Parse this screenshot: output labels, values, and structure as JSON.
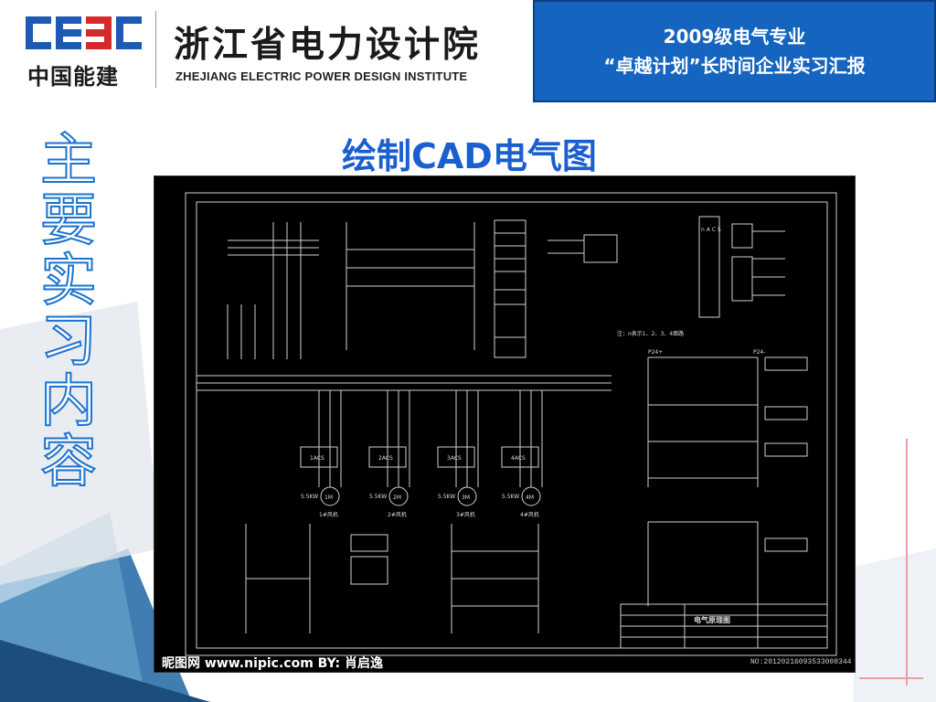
{
  "header": {
    "logo_text": "CEEC",
    "logo_cn": "中国能建",
    "institute_cn": "浙江省电力设计院",
    "institute_en": "ZHEJIANG ELECTRIC POWER DESIGN INSTITUTE",
    "report_line1": "2009级电气专业",
    "report_line2": "“卓越计划”长时间企业实习汇报"
  },
  "side_title": {
    "chars": [
      "主",
      "要",
      "实",
      "习",
      "内",
      "容"
    ]
  },
  "main_title": "绘制CAD电气图",
  "cad_image": {
    "watermark_left": "昵图网 www.nipic.com  BY: 肖启逸",
    "watermark_right": "NO:20120216093533008344",
    "drawing_title": "电气原理图",
    "labels": {
      "m1": "1M",
      "m2": "2M",
      "m3": "3M",
      "m4": "4M",
      "p1": "1#风机",
      "p2": "2#风机",
      "p3": "3#风机",
      "p4": "4#风机",
      "pw1": "5.5KW",
      "pw2": "5.5KW",
      "pw3": "5.5KW",
      "pw4": "5.5KW",
      "acs1": "1ACS",
      "acs2": "2ACS",
      "acs3": "3ACS",
      "acs4": "4ACS",
      "nacs": "n A C S",
      "p24a": "P24+",
      "p24b": "P24-",
      "note": "注：n表示1、2、3、4面路"
    }
  },
  "colors": {
    "brand_blue": "#1565c0",
    "title_blue": "#1a5fd0"
  }
}
